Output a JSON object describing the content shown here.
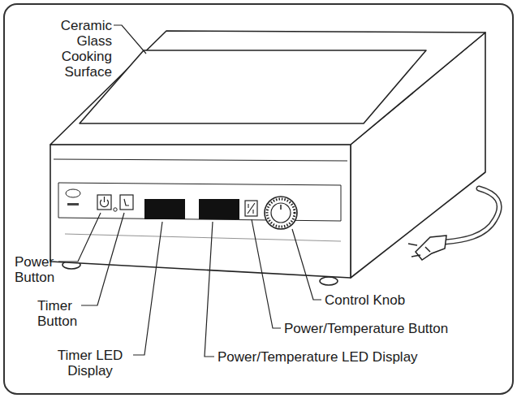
{
  "diagram": {
    "labels": [
      "Ceramic Glass Cooking Surface",
      "Power Button",
      "Timer Button",
      "Timer LED Display",
      "Power/Temperature LED Display",
      "Power/Temperature Button",
      "Control Knob"
    ]
  }
}
